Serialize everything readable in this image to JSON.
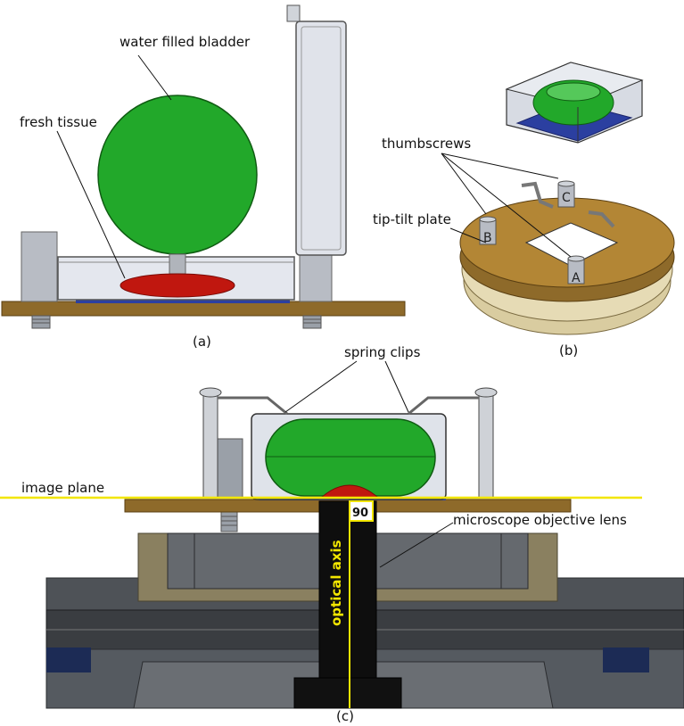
{
  "panel_a": {
    "label_bladder": "water filled bladder",
    "label_tissue": "fresh tissue",
    "caption": "(a)"
  },
  "panel_b": {
    "label_thumbscrews": "thumbscrews",
    "label_plate": "tip-tilt plate",
    "screw_a": "A",
    "screw_b": "B",
    "screw_c": "C",
    "caption": "(b)"
  },
  "panel_c": {
    "label_clips": "spring clips",
    "label_image_plane": "image plane",
    "label_objective": "microscope objective lens",
    "label_axis": "optical axis",
    "angle": "90",
    "caption": "(c)"
  },
  "colors": {
    "bladder": "#22a82a",
    "tissue": "#c0170f",
    "plate": "#8e6a2a",
    "image_plane": "#f2e600",
    "dish_fill": "#dfe3ea",
    "holder_base": "#2b3fa0"
  }
}
